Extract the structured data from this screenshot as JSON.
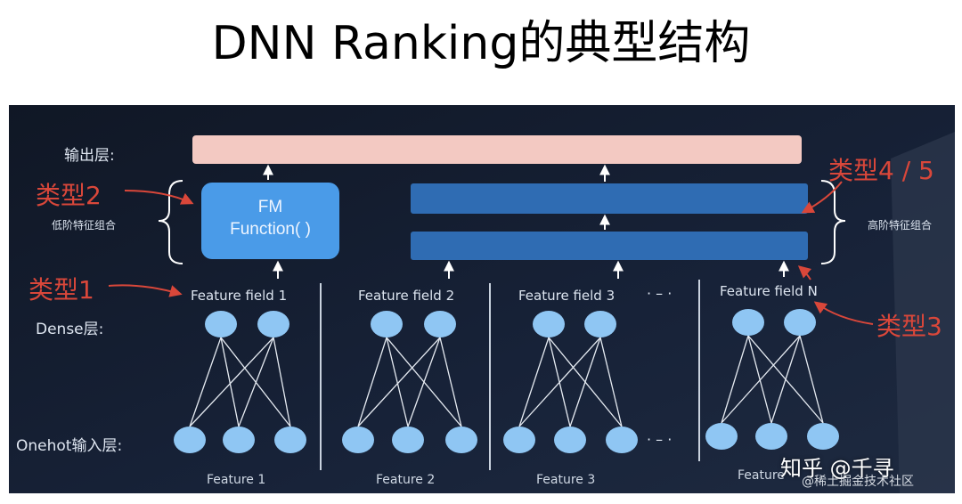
{
  "title": "DNN Ranking的典型结构",
  "labels": {
    "output_layer": "输出层:",
    "dense_layer": "Dense层:",
    "onehot_layer": "Onehot输入层:",
    "low_order": "低阶特征组合",
    "high_order": "高阶特征组合",
    "fm_line1": "FM",
    "fm_line2": "Function( )",
    "ellipsis_fields": "· – ·",
    "ellipsis_features": "· – ·"
  },
  "feature_fields": [
    "Feature field 1",
    "Feature field 2",
    "Feature field 3",
    "Feature field N"
  ],
  "features": [
    "Feature 1",
    "Feature 2",
    "Feature 3",
    "Feature"
  ],
  "annotations": {
    "type1": "类型1",
    "type2": "类型2",
    "type3": "类型3",
    "type45": "类型4 / 5"
  },
  "watermark": {
    "main": "知乎 @千寻",
    "sub": "@稀土掘金技术社区"
  },
  "colors": {
    "background": "#141c2b",
    "output_bar": "#f3c9c2",
    "fm_box": "#4a9be8",
    "hidden_bar": "#2f6cb3",
    "node": "#8fc6f3",
    "annotation": "#d9473a",
    "text": "#dde5f0"
  }
}
